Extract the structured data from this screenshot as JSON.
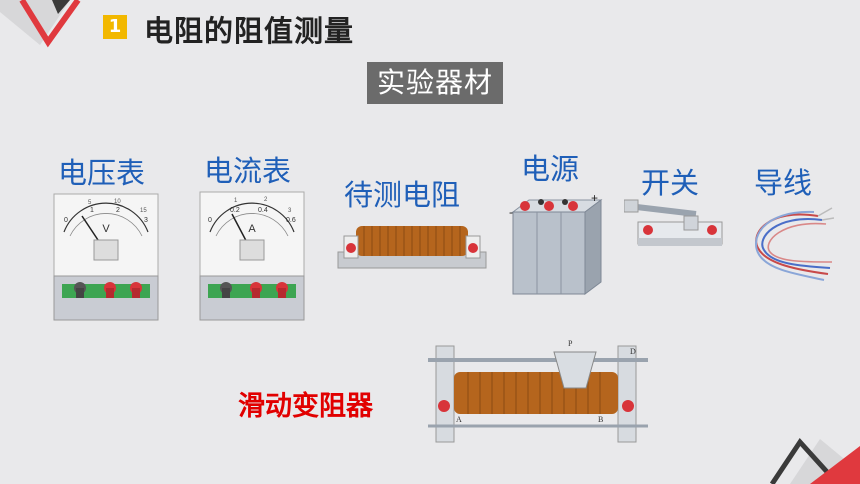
{
  "header": {
    "badge_number": "1",
    "title": "电阻的阻值测量"
  },
  "section": {
    "tag": "实验器材"
  },
  "equipment": {
    "voltmeter": "电压表",
    "ammeter": "电流表",
    "resistor": "待测电阻",
    "power": "电源",
    "switch": "开关",
    "wire": "导线",
    "rheostat": "滑动变阻器"
  },
  "meters": {
    "voltmeter_unit": "V",
    "ammeter_unit": "A",
    "voltmeter_scale": [
      "0",
      "1",
      "2",
      "3"
    ],
    "ammeter_scale": [
      "0",
      "0.2",
      "0.4",
      "0.6"
    ],
    "voltmeter_top_scale": [
      "5",
      "10",
      "15"
    ],
    "ammeter_top_scale": [
      "1",
      "2",
      "3"
    ]
  },
  "rheostat_marks": {
    "p": "P",
    "d": "D",
    "a": "A",
    "b": "B"
  },
  "colors": {
    "accent_red": "#e0393e",
    "badge_yellow": "#f2b800",
    "label_blue": "#1f5fb8",
    "highlight_red": "#e10000"
  }
}
